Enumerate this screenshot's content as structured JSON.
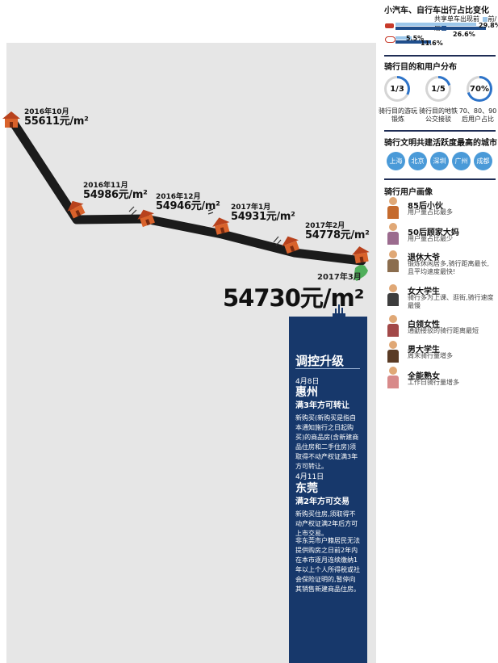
{
  "trend": {
    "points": [
      {
        "date": "2016年10月",
        "price": "55611元/m²"
      },
      {
        "date": "2016年11月",
        "price": "54986元/m²"
      },
      {
        "date": "2016年12月",
        "price": "54946元/m²"
      },
      {
        "date": "2017年1月",
        "price": "54931元/m²"
      },
      {
        "date": "2017年2月",
        "price": "54778元/m²"
      },
      {
        "date": "2017年3月",
        "price": "54730元/m²"
      }
    ]
  },
  "tower": {
    "title": "调控升级",
    "items": [
      {
        "date": "4月8日",
        "city": "惠州",
        "headline": "满3年方可转让",
        "body": "新购买(新购买是指自本通知施行之日起购买)的商品房(含新建商品住房和二手住房)须取得不动产权证满3年方可转让。"
      },
      {
        "date": "4月11日",
        "city": "东莞",
        "headline": "满2年方可交易",
        "body": "新购买住房,须取得不动产权证满2年后方可上市交易。",
        "body2": "非东莞市户籍居民无法提供购房之日前2年内在本市逐月连续缴纳1年以上个人所得税或社会保险证明的,暂停向其销售新建商品住房。"
      }
    ]
  },
  "sidebar": {
    "share": {
      "title": "小汽车、自行车出行占比变化",
      "legend_label": "共享单车出现前",
      "legend_before": "前",
      "legend_after": "后",
      "car_before": "26.6%",
      "car_after": "29.8%",
      "bike_before": "5.5%",
      "bike_after": "11.6%"
    },
    "purpose": {
      "title": "骑行目的和用户分布",
      "items": [
        {
          "value": "1/3",
          "caption": "骑行目的游玩锻炼"
        },
        {
          "value": "1/5",
          "caption": "骑行目的地铁公交接驳"
        },
        {
          "value": "70%",
          "caption": "70、80、90后用户占比"
        }
      ]
    },
    "cities": {
      "title": "骑行文明共建活跃度最高的城市",
      "items": [
        "上海",
        "北京",
        "深圳",
        "广州",
        "成都"
      ]
    },
    "personas": {
      "title": "骑行用户画像",
      "items": [
        {
          "name": "85后小伙",
          "desc": "用户量占比最多",
          "icon": "young-man-icon",
          "color": "#c56a2d"
        },
        {
          "name": "50后顾家大妈",
          "desc": "用户量占比最少",
          "icon": "auntie-icon",
          "color": "#9b6b8e"
        },
        {
          "name": "退休大爷",
          "desc": "锻炼休闲居多,骑行距离最长,且平均速度最快!",
          "icon": "old-man-icon",
          "color": "#8b6d4e"
        },
        {
          "name": "女大学生",
          "desc": "骑行多为上课、逛街,骑行速度最慢",
          "icon": "female-student-icon",
          "color": "#3d3d3d"
        },
        {
          "name": "白领女性",
          "desc": "通勤接驳的骑行距离最短",
          "icon": "office-woman-icon",
          "color": "#a24848"
        },
        {
          "name": "男大学生",
          "desc": "周末骑行量增多",
          "icon": "male-student-icon",
          "color": "#5a3b25"
        },
        {
          "name": "全能熟女",
          "desc": "工作日骑行量增多",
          "icon": "mature-woman-icon",
          "color": "#d88a8a"
        }
      ]
    }
  },
  "colors": {
    "navy": "#17386b",
    "line": "#1b1b1b",
    "house": "#d9622b",
    "blue": "#4a9ad8",
    "dark_blue": "#1f4e8c"
  }
}
